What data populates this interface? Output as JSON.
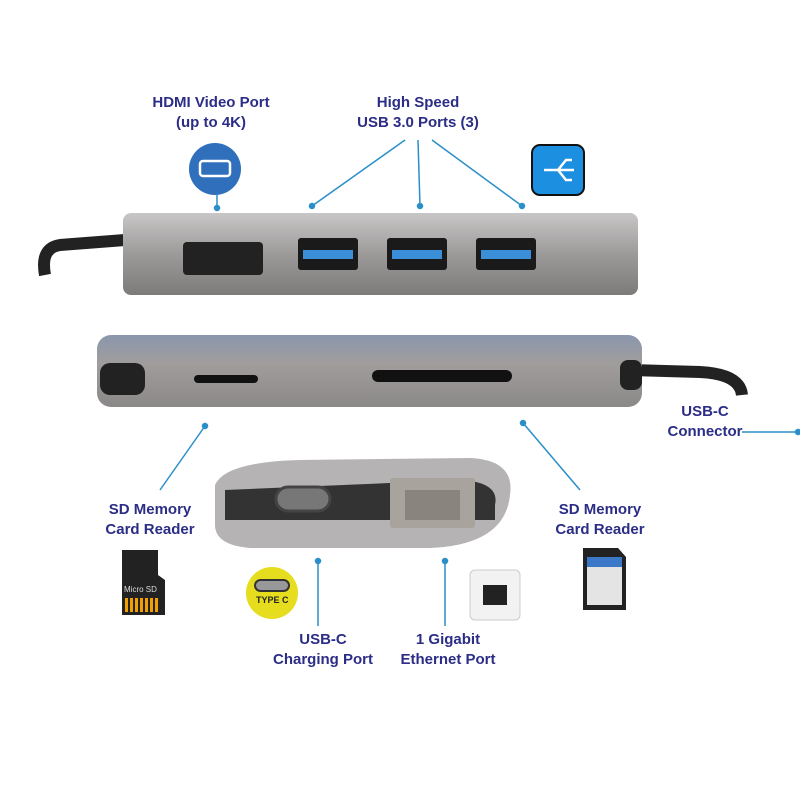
{
  "labels": {
    "hdmi": [
      "HDMI Video Port",
      "(up to 4K)"
    ],
    "usb3": [
      "High Speed",
      "USB 3.0 Ports (3)"
    ],
    "usbc_connector": [
      "USB-C",
      "Connector"
    ],
    "sd_left": [
      "SD Memory",
      "Card Reader"
    ],
    "sd_right": [
      "SD Memory",
      "Card Reader"
    ],
    "usbc_charging": [
      "USB-C",
      "Charging Port"
    ],
    "ethernet": [
      "1 Gigabit",
      "Ethernet Port"
    ]
  },
  "icons": {
    "microsd_text": "Micro SD",
    "typec_text": "TYPE C"
  },
  "colors": {
    "label": "#2b2d86",
    "line": "#2a8fc8",
    "body": "#a8a6a6"
  }
}
